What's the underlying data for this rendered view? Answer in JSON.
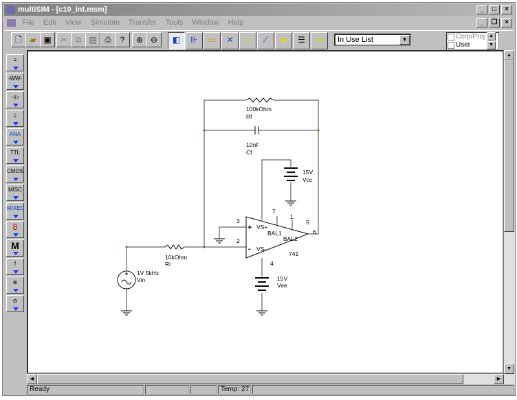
{
  "window": {
    "title": "multiSIM - [c10_int.msm]"
  },
  "menu": [
    "File",
    "Edit",
    "View",
    "Simulate",
    "Transfer",
    "Tools",
    "Window",
    "Help"
  ],
  "toolbar": {
    "buttons": [
      "new-icon",
      "open-icon",
      "save-icon",
      "cut-icon",
      "copy-icon",
      "paste-icon",
      "print-icon",
      "help-icon",
      "zoom-in-icon",
      "zoom-out-icon",
      "component-icon",
      "probe-icon",
      "instrument-icon",
      "netlist-icon",
      "analysis-icon",
      "postprocessor-icon",
      "chip-icon",
      "list-icon",
      "transfer-icon"
    ],
    "help_label": "?",
    "in_use_list": "In Use List",
    "corp_proj": "Corp/Proj",
    "user": "User"
  },
  "palette": [
    {
      "name": "sources",
      "label": "≡"
    },
    {
      "name": "basic",
      "label": "-WW-"
    },
    {
      "name": "diodes",
      "label": "⊣▷"
    },
    {
      "name": "transistors",
      "label": "⊥"
    },
    {
      "name": "analog",
      "label": "ANA"
    },
    {
      "name": "ttl",
      "label": "TTL"
    },
    {
      "name": "cmos",
      "label": "CMOS"
    },
    {
      "name": "misc-digital",
      "label": "MISC"
    },
    {
      "name": "mixed",
      "label": "MIXED"
    },
    {
      "name": "indicators",
      "label": "8"
    },
    {
      "name": "misc",
      "label": "M"
    },
    {
      "name": "controls",
      "label": "f"
    },
    {
      "name": "rf",
      "label": "⊗"
    },
    {
      "name": "electromechanical",
      "label": "⊖"
    }
  ],
  "schematic": {
    "rf": {
      "value": "100kOhm",
      "name": "Rf"
    },
    "cf": {
      "value": "10nF",
      "name": "Cf"
    },
    "vcc": {
      "value": "15V",
      "name": "Vcc"
    },
    "vee": {
      "value": "15V",
      "name": "Vee"
    },
    "ri": {
      "value": "10kOhm",
      "name": "Ri"
    },
    "vin": {
      "value": "1V 5kHz",
      "name": "Vin"
    },
    "opamp": {
      "model": "741",
      "vsp": "VS+",
      "vsm": "VS-",
      "bal1": "BAL1",
      "bal2": "BAL2",
      "plus": "+",
      "minus": "-",
      "pins": {
        "p7": "7",
        "p1": "1",
        "p5": "5",
        "p6": "6",
        "p3": "3",
        "p2": "2",
        "p4": "4"
      }
    }
  },
  "status": {
    "text": "Ready",
    "temp": "Temp: 27"
  }
}
